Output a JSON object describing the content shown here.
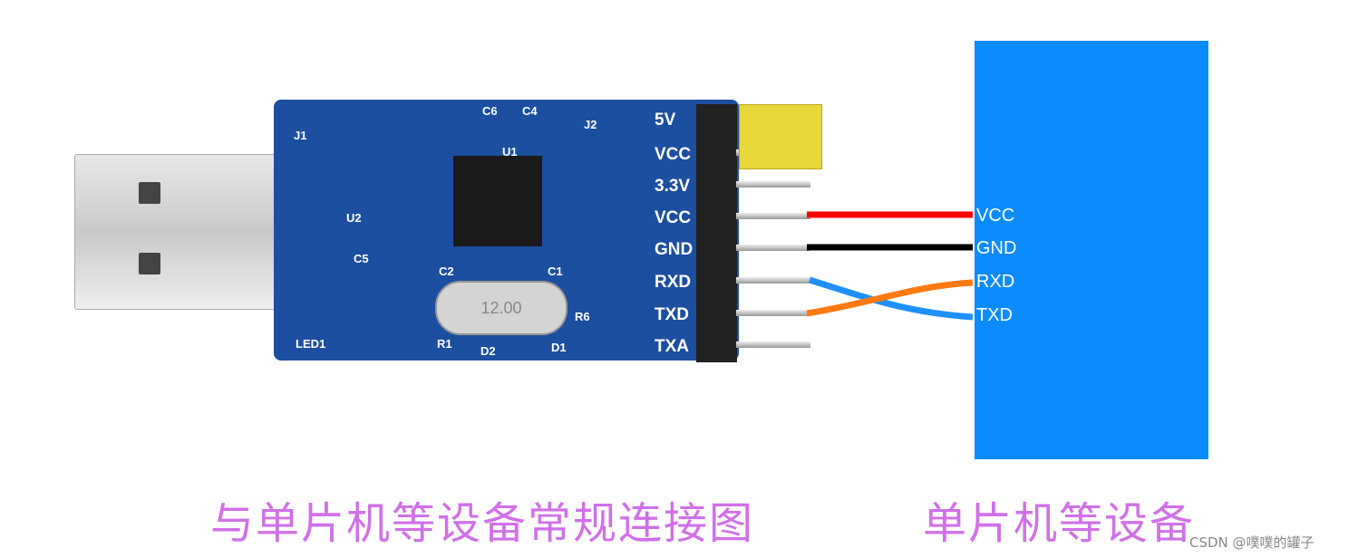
{
  "board": {
    "silkscreen": [
      "J1",
      "U2",
      "C5",
      "LED1",
      "R1",
      "C6",
      "C4",
      "U1",
      "C2",
      "C1",
      "D2",
      "D1",
      "R6",
      "J2"
    ],
    "pin_labels": [
      "5V",
      "VCC",
      "3.3V",
      "VCC",
      "GND",
      "RXD",
      "TXD",
      "TXA"
    ],
    "crystal_marking": "12.00"
  },
  "target": {
    "labels": [
      "VCC",
      "GND",
      "RXD",
      "TXD"
    ],
    "color": "#0a8cff"
  },
  "wires": [
    {
      "from": "VCC",
      "to": "VCC",
      "color": "#ff0000"
    },
    {
      "from": "GND",
      "to": "GND",
      "color": "#000000"
    },
    {
      "from": "RXD",
      "to": "TXD",
      "color": "#1e90ff"
    },
    {
      "from": "TXD",
      "to": "RXD",
      "color": "#ff7a10"
    }
  ],
  "captions": {
    "left": "与单片机等设备常规连接图",
    "right": "单片机等设备"
  },
  "watermark": "CSDN @噗噗的罐子"
}
